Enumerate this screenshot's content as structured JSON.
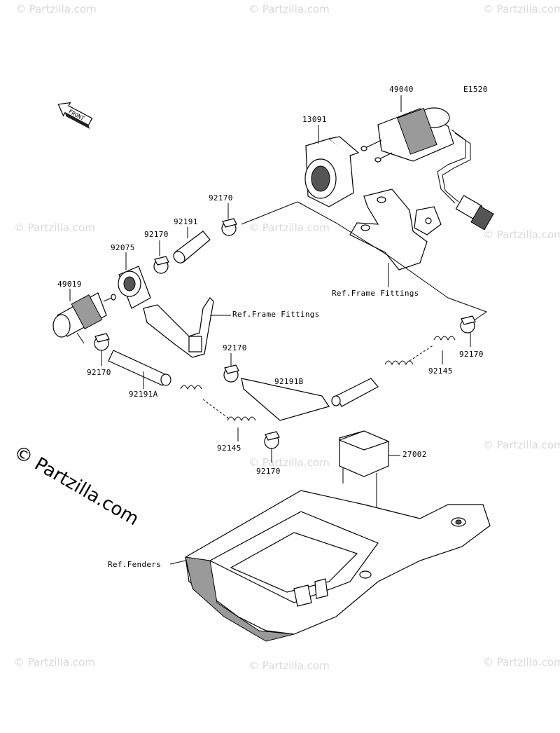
{
  "diagram_code": "E1520",
  "front_label": "FRONT",
  "copyright": "© Partzilla.com",
  "watermark": "© Partzilla.com",
  "parts": {
    "p49040": "49040",
    "p13091": "13091",
    "p92170a": "92170",
    "p92191": "92191",
    "p92170b": "92170",
    "p92075": "92075",
    "p49019": "49019",
    "p92170c": "92170",
    "p92191A": "92191A",
    "p92170d": "92170",
    "p92191B": "92191B",
    "p92145a": "92145",
    "p92170e": "92170",
    "p92145b": "92145",
    "p92170f": "92170",
    "p27002": "27002"
  },
  "refs": {
    "frame_fittings_1": "Ref.Frame Fittings",
    "frame_fittings_2": "Ref.Frame Fittings",
    "fenders": "Ref.Fenders"
  }
}
